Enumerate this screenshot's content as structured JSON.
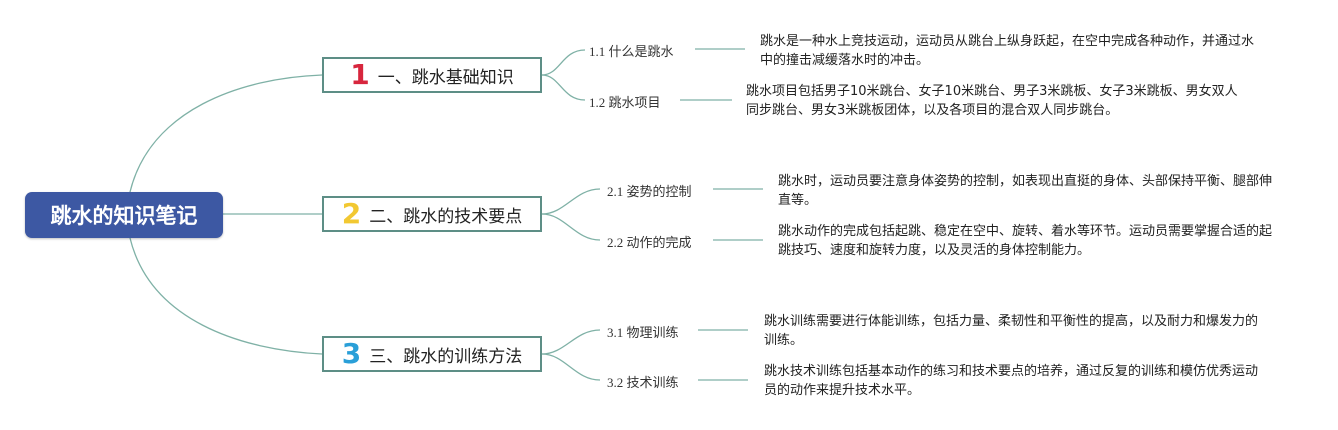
{
  "root": {
    "label": "跳水的知识笔记"
  },
  "colors": {
    "root_bg": "#3d58a3",
    "line": "#7fb1a6",
    "num1": "#d7263d",
    "num2": "#f2c832",
    "num3": "#2a9fd8"
  },
  "branches": [
    {
      "num": "1",
      "label": "一、跳水基础知识",
      "subs": [
        {
          "label": "1.1 什么是跳水",
          "text": "跳水是一种水上竞技运动，运动员从跳台上纵身跃起，在空中完成各种动作，并通过水中的撞击减缓落水时的冲击。"
        },
        {
          "label": "1.2 跳水项目",
          "text": "跳水项目包括男子10米跳台、女子10米跳台、男子3米跳板、女子3米跳板、男女双人同步跳台、男女3米跳板团体，以及各项目的混合双人同步跳台。"
        }
      ]
    },
    {
      "num": "2",
      "label": "二、跳水的技术要点",
      "subs": [
        {
          "label": "2.1 姿势的控制",
          "text": "跳水时，运动员要注意身体姿势的控制，如表现出直挺的身体、头部保持平衡、腿部伸直等。"
        },
        {
          "label": "2.2 动作的完成",
          "text": "跳水动作的完成包括起跳、稳定在空中、旋转、着水等环节。运动员需要掌握合适的起跳技巧、速度和旋转力度，以及灵活的身体控制能力。"
        }
      ]
    },
    {
      "num": "3",
      "label": "三、跳水的训练方法",
      "subs": [
        {
          "label": "3.1 物理训练",
          "text": "跳水训练需要进行体能训练，包括力量、柔韧性和平衡性的提高，以及耐力和爆发力的训练。"
        },
        {
          "label": "3.2 技术训练",
          "text": "跳水技术训练包括基本动作的练习和技术要点的培养，通过反复的训练和模仿优秀运动员的动作来提升技术水平。"
        }
      ]
    }
  ]
}
